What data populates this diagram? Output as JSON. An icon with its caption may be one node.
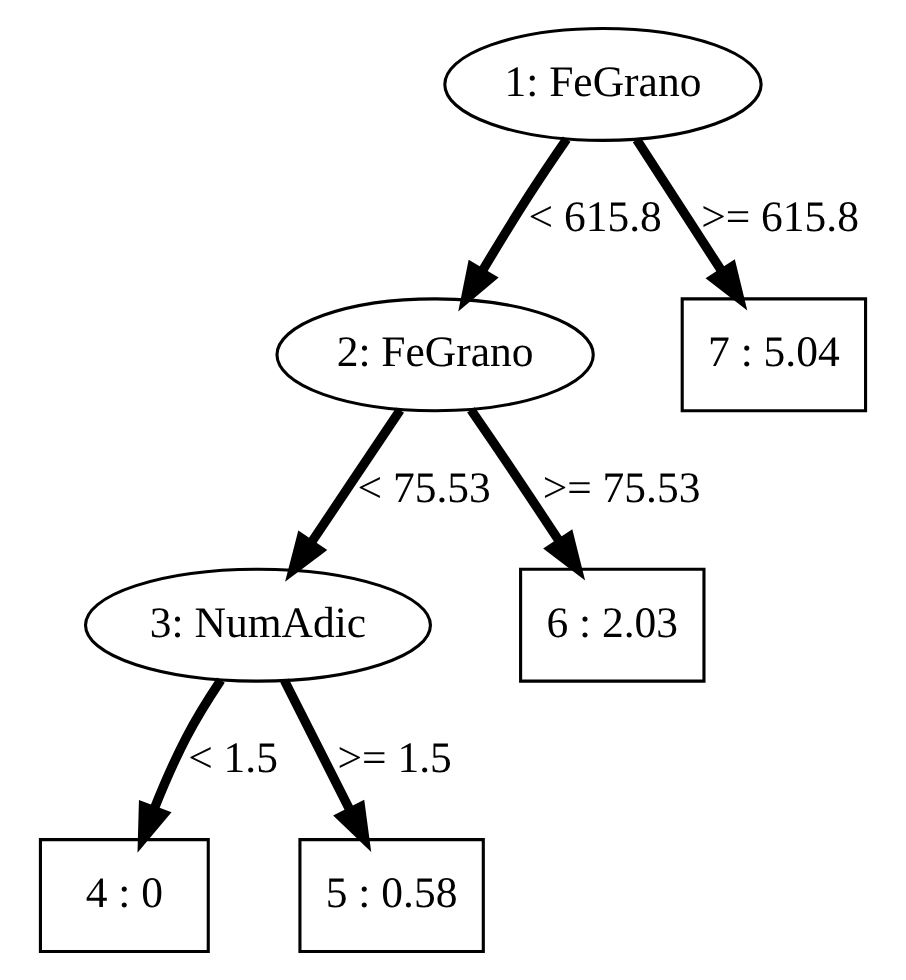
{
  "diagram": {
    "nodes": [
      {
        "text": [
          "1: FeGrano"
        ]
      },
      {
        "text": [
          "2: FeGrano"
        ]
      },
      {
        "text": [
          "3: NumAdic"
        ]
      },
      {
        "text": [
          "4 : 0"
        ]
      },
      {
        "text": [
          "5 : 0.58"
        ]
      },
      {
        "text": [
          "6 : 2.03"
        ]
      },
      {
        "text": [
          "7 : 5.04"
        ]
      }
    ],
    "edges": [
      {
        "from": 0,
        "to": 1,
        "arrow": "to",
        "label": "< 615.8"
      },
      {
        "from": 0,
        "to": 6,
        "arrow": "to",
        "label": ">= 615.8"
      },
      {
        "from": 1,
        "to": 2,
        "arrow": "to",
        "label": "< 75.53"
      },
      {
        "from": 1,
        "to": 5,
        "arrow": "to",
        "label": ">= 75.53"
      },
      {
        "from": 2,
        "to": 3,
        "arrow": "to",
        "label": "< 1.5"
      },
      {
        "from": 2,
        "to": 4,
        "arrow": "to",
        "label": ">= 1.5"
      }
    ]
  }
}
